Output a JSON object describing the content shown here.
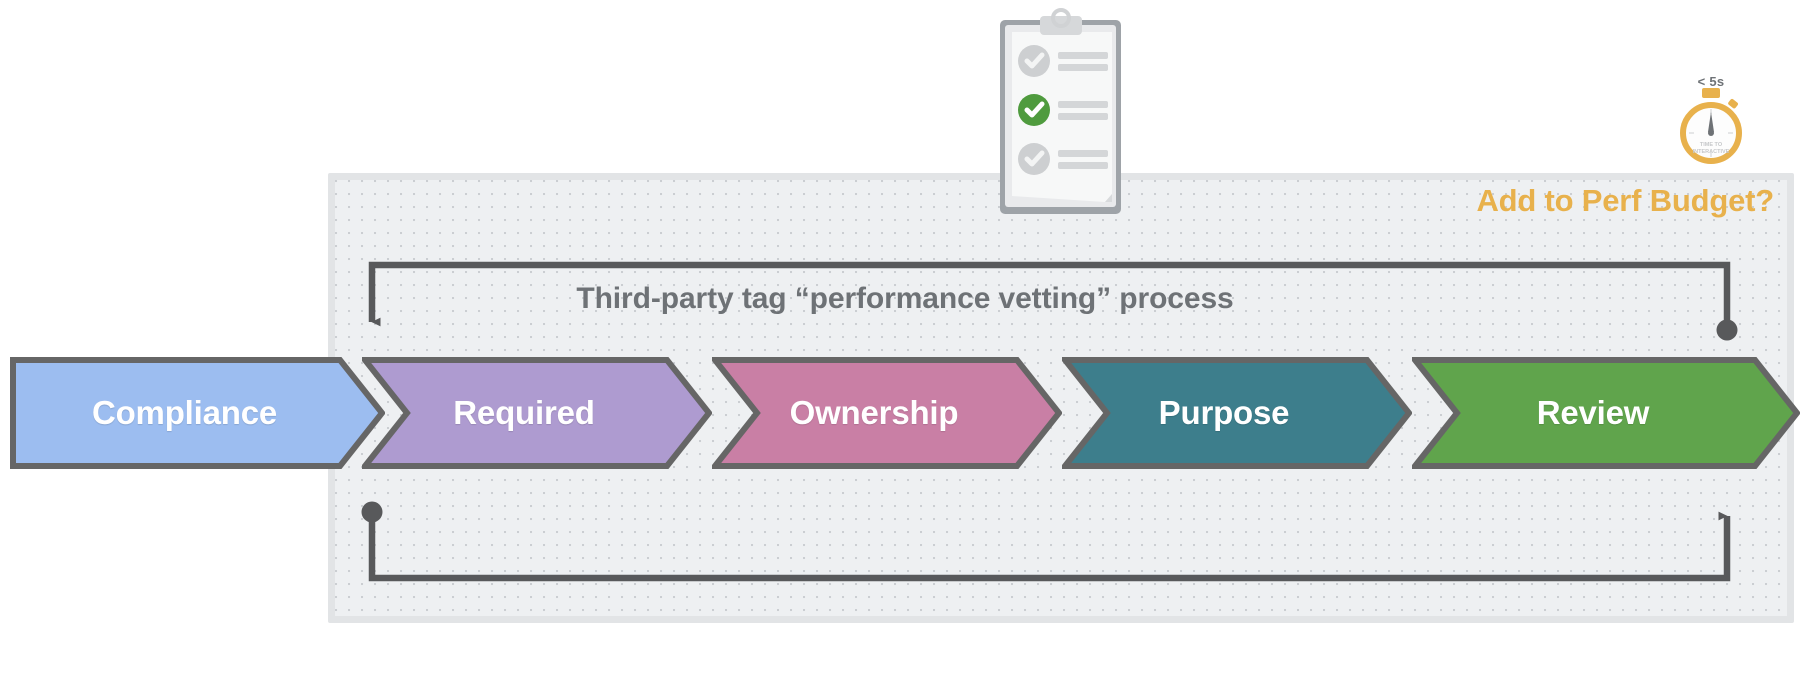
{
  "diagram": {
    "title": "Third-party tag “performance vetting” process",
    "panel_heading": "Add to Perf Budget?",
    "panel_heading_color": "#e8b14c",
    "title_color": "#6e7276",
    "background_color": "#eef0f2",
    "connector_color": "#58595b"
  },
  "chart_data": {
    "type": "diagram",
    "title": "Third-party tag “performance vetting” process",
    "flow_type": "chevron-process-with-feedback-loops",
    "stages": [
      {
        "order": 1,
        "label": "Compliance",
        "color": "#9cbdf0",
        "border": "#666666"
      },
      {
        "order": 2,
        "label": "Required",
        "color": "#ae9bd0",
        "border": "#666666"
      },
      {
        "order": 3,
        "label": "Ownership",
        "color": "#c97fa5",
        "border": "#666666"
      },
      {
        "order": 4,
        "label": "Purpose",
        "color": "#3d7e8c",
        "border": "#666666"
      },
      {
        "order": 5,
        "label": "Review",
        "color": "#60a44c",
        "border": "#666666"
      }
    ],
    "loops": [
      {
        "name": "top-loop",
        "from": "Review (end, dot)",
        "to": "Compliance/Required (start, arrowhead)",
        "direction": "right-to-left",
        "start_marker": "dot",
        "end_marker": "arrow"
      },
      {
        "name": "bottom-loop",
        "from": "Required (start, dot)",
        "to": "Review (end, arrowhead)",
        "direction": "left-to-right",
        "start_marker": "dot",
        "end_marker": "arrow"
      }
    ],
    "annotations": [
      {
        "name": "perf-budget",
        "text": "Add to Perf Budget?",
        "position": "top-right-of-panel"
      },
      {
        "name": "clipboard-checklist",
        "text": "",
        "position": "top-center",
        "icon": "clipboard-checklist-icon"
      },
      {
        "name": "stopwatch-budget",
        "text": "< 5s",
        "sub_text": "TIME TO INTERACTIVE",
        "position": "top-right",
        "icon": "stopwatch-icon"
      }
    ]
  },
  "icons": {
    "clipboard": {
      "name": "clipboard-checklist-icon",
      "checks": [
        {
          "state": "unchecked",
          "color": "#c9cbcd"
        },
        {
          "state": "checked",
          "color": "#4f9b3e"
        },
        {
          "state": "unchecked",
          "color": "#c9cbcd"
        }
      ]
    },
    "stopwatch": {
      "name": "stopwatch-icon",
      "value": "< 5s",
      "face_text_line1": "TIME TO",
      "face_text_line2": "INTERACTIVE",
      "color": "#e8b14c"
    }
  }
}
